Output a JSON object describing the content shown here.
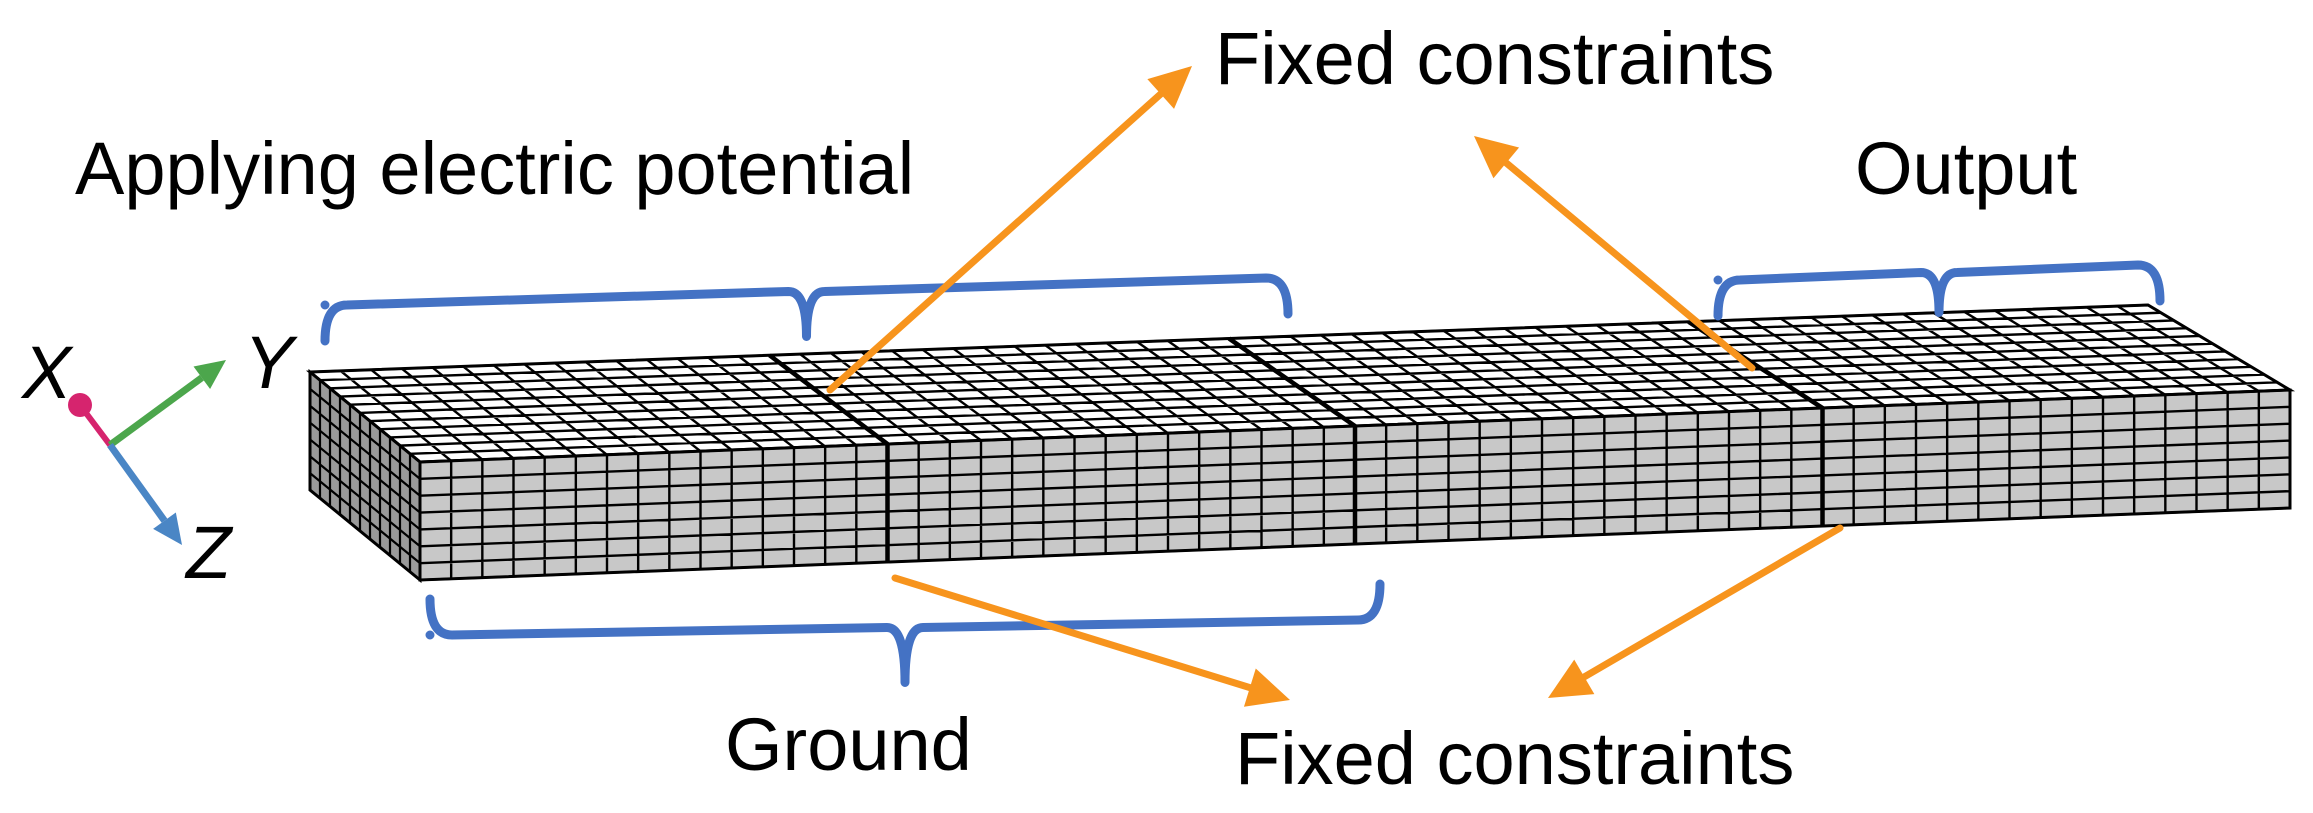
{
  "labels": {
    "applying_potential": "Applying electric potential",
    "output": "Output",
    "ground": "Ground",
    "fixed_top": "Fixed constraints",
    "fixed_bottom": "Fixed constraints"
  },
  "axes": {
    "x": "X",
    "y": "Y",
    "z": "Z"
  },
  "colors": {
    "brace": "#4472C4",
    "arrow": "#F7941D",
    "axis_x": "#D6246E",
    "axis_y": "#4CA64C",
    "axis_z": "#4A86C5",
    "mesh_top": "#FFFFFF",
    "mesh_side": "#C8C8C8",
    "mesh_line": "#000000"
  },
  "mesh": {
    "length_divisions": 60,
    "width_divisions": 11,
    "thickness_divisions": 7
  }
}
